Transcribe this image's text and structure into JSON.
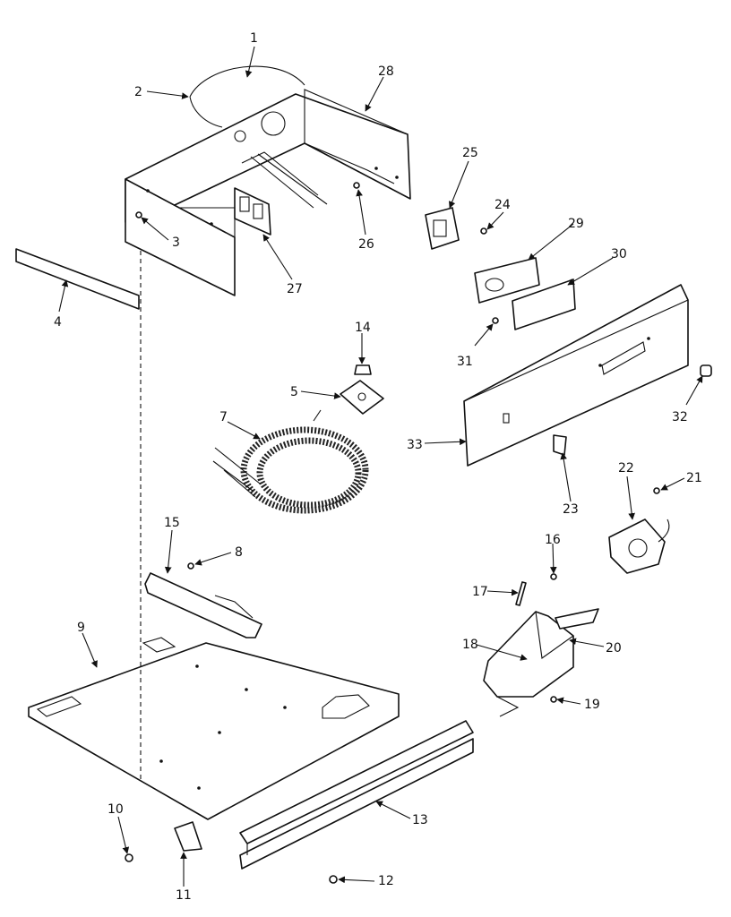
{
  "diagram": {
    "callouts": [
      "1",
      "2",
      "3",
      "4",
      "5",
      "7",
      "8",
      "9",
      "10",
      "11",
      "12",
      "13",
      "14",
      "15",
      "16",
      "17",
      "18",
      "19",
      "20",
      "21",
      "22",
      "23",
      "24",
      "25",
      "26",
      "27",
      "28",
      "29",
      "30",
      "31",
      "32",
      "33"
    ]
  }
}
